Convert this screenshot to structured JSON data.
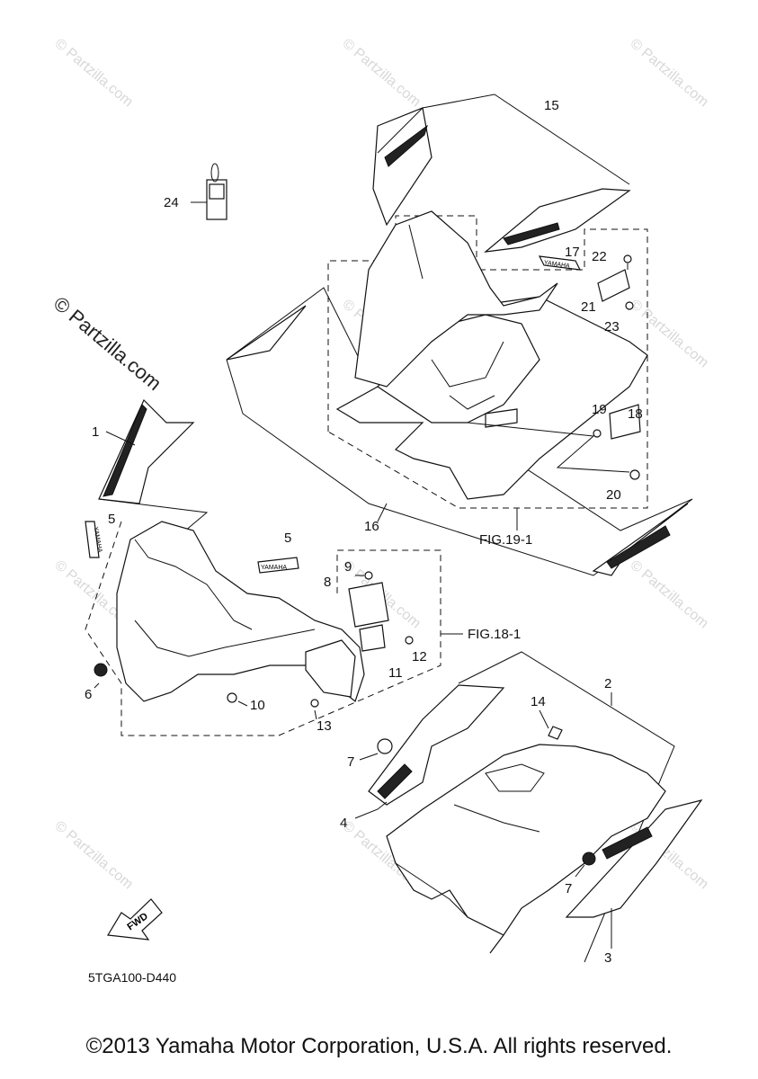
{
  "diagram_code": "5TGA100-D440",
  "copyright": "©2013 Yamaha Motor Corporation, U.S.A. All rights reserved.",
  "watermark": "© Partzilla.com",
  "fwd_label": "FWD",
  "fig_refs": [
    "FIG.19-1",
    "FIG.18-1"
  ],
  "callouts": [
    "1",
    "2",
    "3",
    "4",
    "5",
    "5",
    "6",
    "7",
    "7",
    "8",
    "9",
    "10",
    "11",
    "12",
    "13",
    "14",
    "15",
    "16",
    "17",
    "18",
    "19",
    "20",
    "21",
    "22",
    "23",
    "24"
  ],
  "decal_text": [
    "YAMAHA",
    "YAMAHA",
    "YAMAHA"
  ]
}
